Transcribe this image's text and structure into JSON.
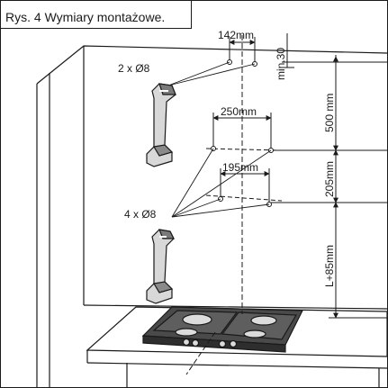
{
  "caption": "Rys. 4 Wymiary montażowe.",
  "labels": {
    "upper_holes": "2 x Ø8",
    "lower_holes": "4 x Ø8",
    "dim_top_width": "142mm",
    "dim_min": "min.30",
    "dim_middle_width": "250mm",
    "dim_lower_width": "195mm",
    "dim_500": "500 mm",
    "dim_205": "205mm",
    "dim_l85": "L+85mm"
  }
}
